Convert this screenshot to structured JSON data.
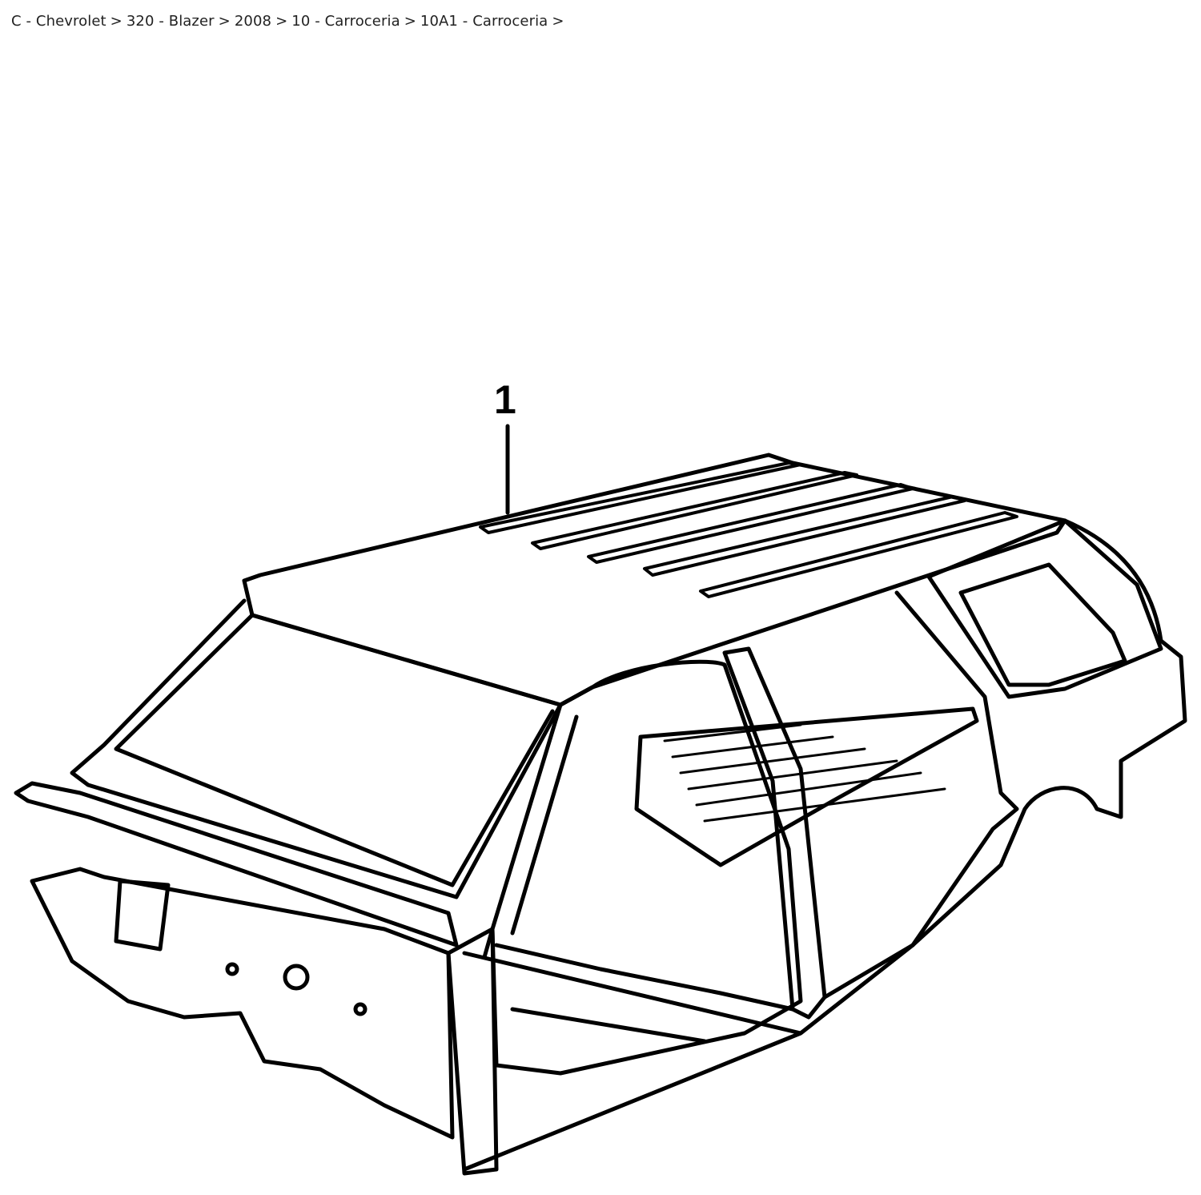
{
  "breadcrumb": {
    "items": [
      "C - Chevrolet",
      "320 - Blazer",
      "2008",
      "10 - Carroceria",
      "10A1 - Carroceria"
    ],
    "separator": ">"
  },
  "diagram": {
    "callouts": [
      {
        "label": "1"
      }
    ],
    "stroke_color": "#000000",
    "background": "#ffffff"
  }
}
